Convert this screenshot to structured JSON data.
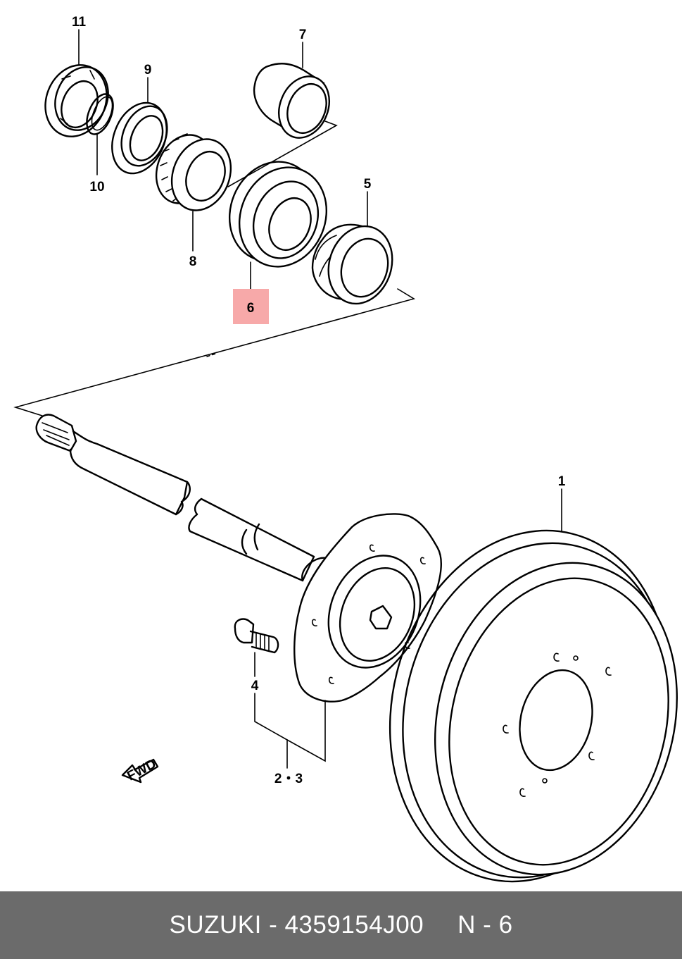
{
  "diagram": {
    "labels": {
      "p1": "1",
      "p23": "2・3",
      "p4": "4",
      "p5": "5",
      "p6": "6",
      "p7": "7",
      "p8": "8",
      "p9": "9",
      "p10": "10",
      "p11": "11"
    },
    "fwd_arrow": "FWD",
    "highlight_color": "#f7a9a9"
  },
  "footer": {
    "brand": "SUZUKI",
    "separator": "-",
    "part_number": "4359154J00",
    "position_prefix": "N",
    "position_separator": "-",
    "position_number": "6"
  }
}
